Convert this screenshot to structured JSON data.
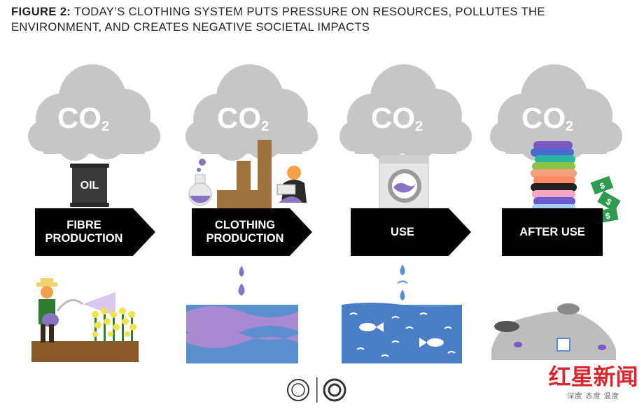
{
  "title": {
    "bold": "FIGURE 2:",
    "text": " TODAY’S CLOTHING SYSTEM PUTS PRESSURE ON RESOURCES, POLLUTES THE ENVIRONMENT, AND CREATES NEGATIVE SOCIETAL IMPACTS"
  },
  "co2": {
    "main": "CO",
    "sub": "2"
  },
  "oil_label": "OIL",
  "stages": [
    {
      "line1": "FIBRE",
      "line2": "PRODUCTION"
    },
    {
      "line1": "CLOTHING",
      "line2": "PRODUCTION"
    },
    {
      "line1": "USE",
      "line2": ""
    },
    {
      "line1": "AFTER USE",
      "line2": ""
    }
  ],
  "money_symbol": "$",
  "brand": {
    "name": "红星新闻",
    "tagline": "深度 态度 温度"
  },
  "colors": {
    "cloud": "#c6c6c8",
    "arrow": "#000000",
    "water_blue": "#5b8fd0",
    "water_purple": "#a88ad0",
    "droplet": "#8a73c0",
    "soil": "#8b5a2b",
    "factory": "#a0723d",
    "trash": "#bdbdbd"
  }
}
